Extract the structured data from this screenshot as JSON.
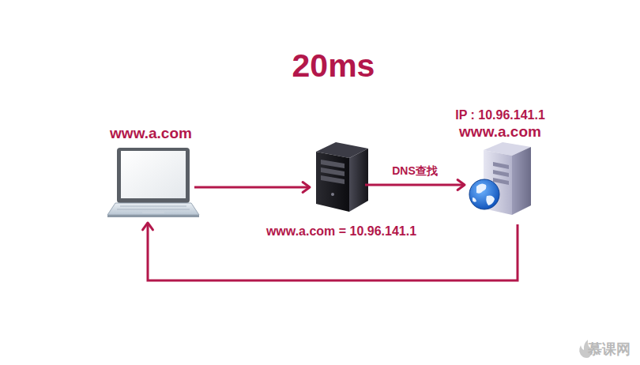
{
  "diagram": {
    "title": "20ms",
    "nodes": [
      {
        "text": [
          "www.a.com"
        ]
      },
      {
        "text": [
          "www.a.com = 10.96.141.1"
        ]
      },
      {
        "text": [
          "IP : 10.96.141.1",
          "www.a.com"
        ]
      }
    ],
    "edges": [
      {
        "from": 0,
        "to": 1,
        "arrow": "to"
      },
      {
        "from": 1,
        "to": 2,
        "label": "DNS查找",
        "arrow": "to"
      },
      {
        "from": 2,
        "to": 0,
        "arrow": "to"
      }
    ],
    "labels": [
      "慕课网"
    ]
  }
}
